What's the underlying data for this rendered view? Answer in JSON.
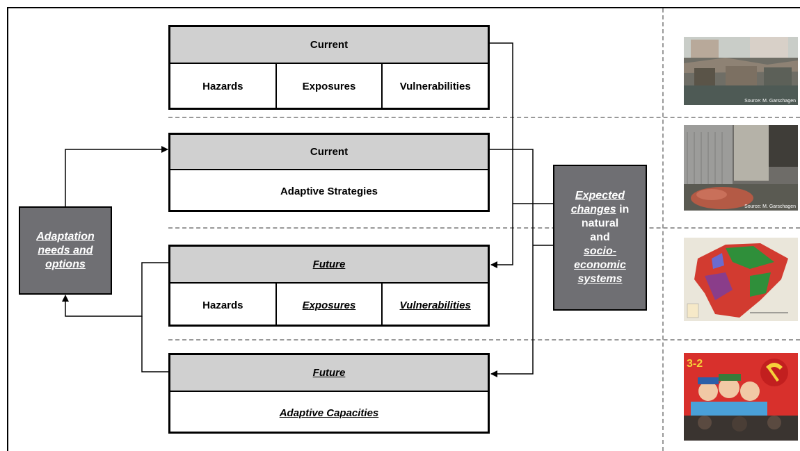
{
  "boxes": {
    "current_hev": {
      "header": "Current",
      "cells": [
        "Hazards",
        "Exposures",
        "Vulnerabilities"
      ]
    },
    "current_strategies": {
      "header": "Current",
      "body": "Adaptive Strategies"
    },
    "future_hev": {
      "header": "Future",
      "cells": [
        "Hazards",
        "Exposures",
        "Vulnerabilities"
      ]
    },
    "future_capacities": {
      "header": "Future",
      "body": "Adaptive Capacities"
    }
  },
  "side_boxes": {
    "adaptation": {
      "line1": "Adaptation",
      "line2": "needs and",
      "line3": "options"
    },
    "expected": {
      "w1": "Expected",
      "w2": "changes",
      "w3": " in",
      "w4": "natural",
      "w5": "and",
      "w6": "socio-",
      "w7": "economic",
      "w8": "systems"
    }
  },
  "photos": {
    "credit1": "Source: M. Garschagen",
    "credit2": "Source: M. Garschagen"
  },
  "colors": {
    "header_gray": "#d0d0d0",
    "dark_box": "#6f6f73",
    "dash": "#999999"
  }
}
